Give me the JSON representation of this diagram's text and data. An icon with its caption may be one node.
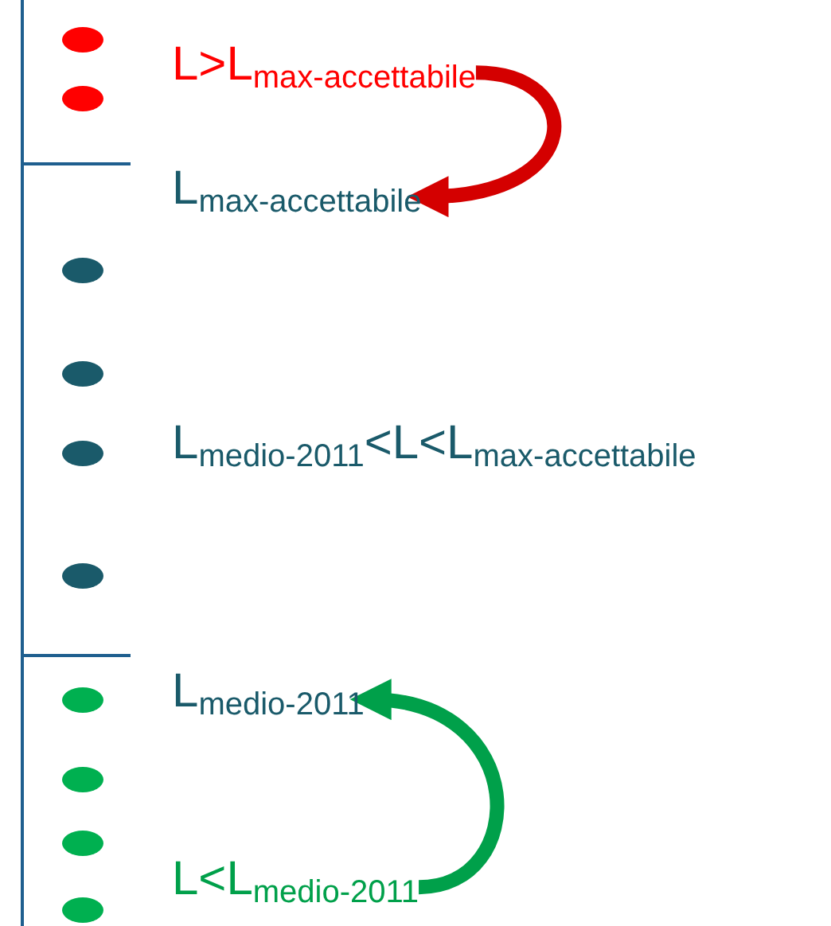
{
  "diagram": {
    "nodes": [
      {
        "text": [
          "L>L$_{max-accettabile}$"
        ]
      },
      {
        "text": [
          "L$_{max-accettabile}$"
        ]
      },
      {
        "text": [
          "L$_{medio-2011}$<L<L$_{max-accettabile}$"
        ]
      },
      {
        "text": [
          "L$_{medio-2011}$"
        ]
      },
      {
        "text": [
          "L<L$_{medio-2011}$"
        ]
      }
    ],
    "edges": [
      {
        "from": 0,
        "to": 1,
        "arrow": "to",
        "color": "#d40000"
      },
      {
        "from": 4,
        "to": 3,
        "arrow": "to",
        "color": "#00a04a"
      }
    ]
  }
}
